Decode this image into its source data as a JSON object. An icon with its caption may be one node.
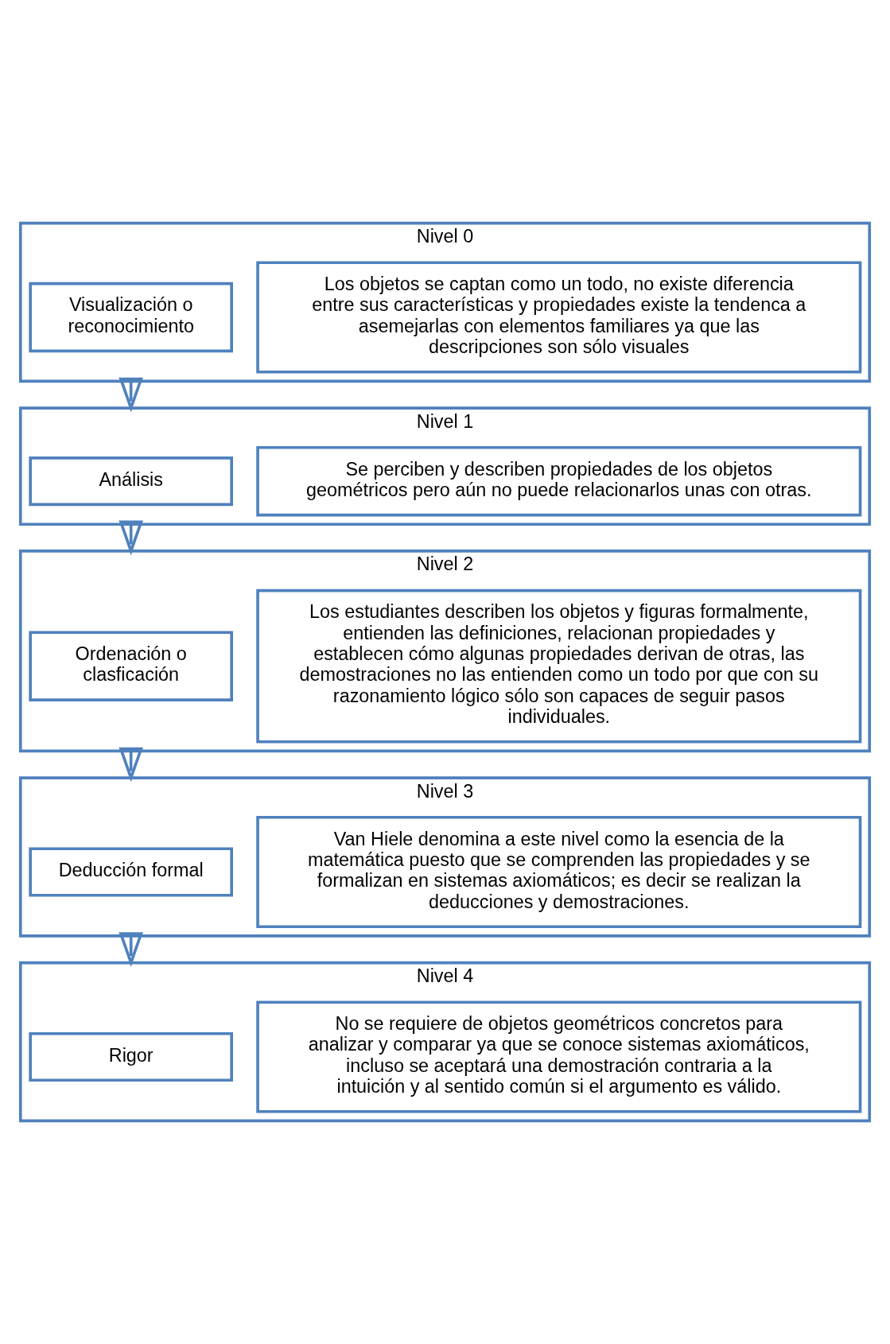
{
  "diagram": {
    "nodes": [
      {
        "text": [
          "Nivel 0"
        ]
      },
      {
        "text": [
          "Visualización o reconocimiento"
        ],
        "in": 0
      },
      {
        "text": [
          "Los objetos se captan como un todo, no existe diferencia entre sus características y propiedades existe la tendenca a asemejarlas con elementos familiares ya que las descripciones son sólo visuales"
        ],
        "in": 0
      },
      {
        "text": [
          "Nivel 1"
        ]
      },
      {
        "text": [
          "Análisis"
        ],
        "in": 3
      },
      {
        "text": [
          "Se perciben y describen propiedades de los objetos geométricos pero aún no puede relacionarlos unas con otras."
        ],
        "in": 3
      },
      {
        "text": [
          "Nivel 2"
        ]
      },
      {
        "text": [
          "Ordenación o clasficación"
        ],
        "in": 6
      },
      {
        "text": [
          "Los estudiantes describen los objetos y figuras formalmente, entienden las definiciones, relacionan propiedades y establecen cómo algunas propiedades derivan de otras, las demostraciones no las entienden como un todo por que con su razonamiento lógico sólo son capaces de seguir pasos individuales."
        ],
        "in": 6
      },
      {
        "text": [
          "Nivel 3"
        ]
      },
      {
        "text": [
          "Deducción formal"
        ],
        "in": 9
      },
      {
        "text": [
          "Van Hiele denomina a este nivel como la esencia de la matemática puesto que se comprenden las propiedades y se formalizan en sistemas axiomáticos; es decir se realizan la deducciones y demostraciones."
        ],
        "in": 9
      },
      {
        "text": [
          "Nivel 4"
        ]
      },
      {
        "text": [
          "Rigor"
        ],
        "in": 12
      },
      {
        "text": [
          "No se requiere de objetos geométricos concretos para analizar y comparar ya que se conoce sistemas axiomáticos, incluso se aceptará una demostración contraria a la intuición y al sentido común si el argumento es válido."
        ],
        "in": 12
      }
    ],
    "edges": [
      {
        "from": 0,
        "to": 3,
        "arrow": "to"
      },
      {
        "from": 3,
        "to": 6,
        "arrow": "to"
      },
      {
        "from": 6,
        "to": 9,
        "arrow": "to"
      },
      {
        "from": 9,
        "to": 12,
        "arrow": "to"
      }
    ]
  }
}
